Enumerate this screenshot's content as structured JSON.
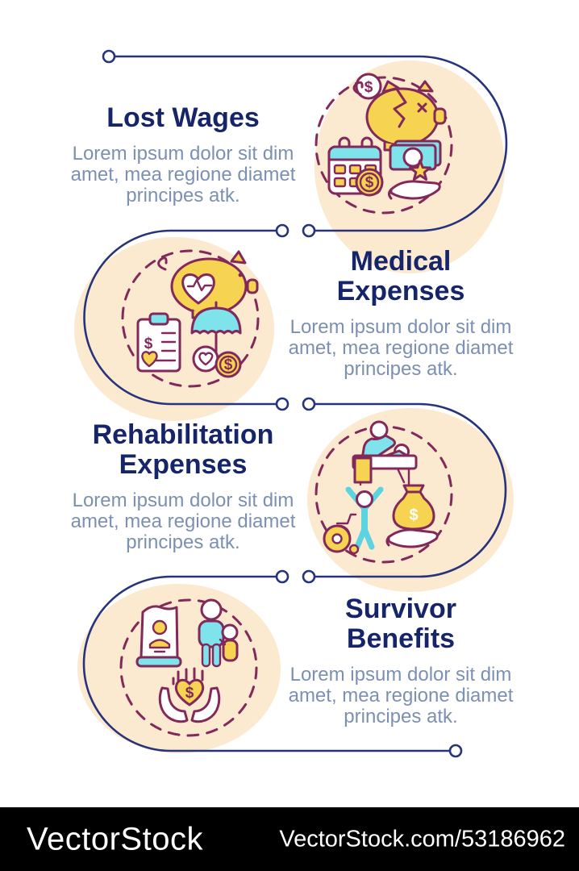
{
  "infographic": {
    "style": "vertical serpentine flow with 4 steps",
    "sections": [
      {
        "id": "lost-wages",
        "title_lines": [
          "Lost Wages"
        ],
        "body_lines": [
          "Lorem ipsum dolor sit dim",
          "amet, mea regione diamet",
          "principes atk."
        ],
        "text_side": "left",
        "icon_side": "right",
        "icons": [
          "dollar-coin",
          "broken-piggy-bank",
          "calendar-with-dollar-coin",
          "banknote-with-star-on-hand"
        ]
      },
      {
        "id": "medical-expenses",
        "title_lines": [
          "Medical",
          "Expenses"
        ],
        "body_lines": [
          "Lorem ipsum dolor sit dim",
          "amet, mea regione diamet",
          "principes atk."
        ],
        "text_side": "right",
        "icon_side": "left",
        "icons": [
          "piggy-bank-with-heartbeat-heart",
          "medical-clipboard-dollar",
          "insurance-umbrella",
          "heart-coin-and-dollar-coin"
        ]
      },
      {
        "id": "rehabilitation-expenses",
        "title_lines": [
          "Rehabilitation",
          "Expenses"
        ],
        "body_lines": [
          "Lorem ipsum dolor sit dim",
          "amet, mea regione diamet",
          "principes atk."
        ],
        "text_side": "left",
        "icon_side": "right",
        "icons": [
          "physiotherapy-bed-with-therapist",
          "wheelchair",
          "person-raised-arms",
          "money-bag-on-hand"
        ]
      },
      {
        "id": "survivor-benefits",
        "title_lines": [
          "Survivor",
          "Benefits"
        ],
        "body_lines": [
          "Lorem ipsum dolor sit dim",
          "amet, mea regione diamet",
          "principes atk."
        ],
        "text_side": "right",
        "icon_side": "left",
        "icons": [
          "memorial-stone-portrait",
          "parent-with-child",
          "hands-holding-dollar-heart"
        ]
      }
    ],
    "glyphs": {
      "dollar": "$"
    },
    "colors": {
      "title": "#16256a",
      "body_text": "#7c90b3",
      "flow_line": "#27337a",
      "icon_outline": "#82285a",
      "icon_yellow": "#f6d351",
      "icon_cyan": "#7ee3ea",
      "peach_circle": "#fbe9d0",
      "footer_bar": "#000000"
    }
  },
  "watermark": {
    "brand": "VectorStock",
    "url": "VectorStock.com/53186962"
  }
}
